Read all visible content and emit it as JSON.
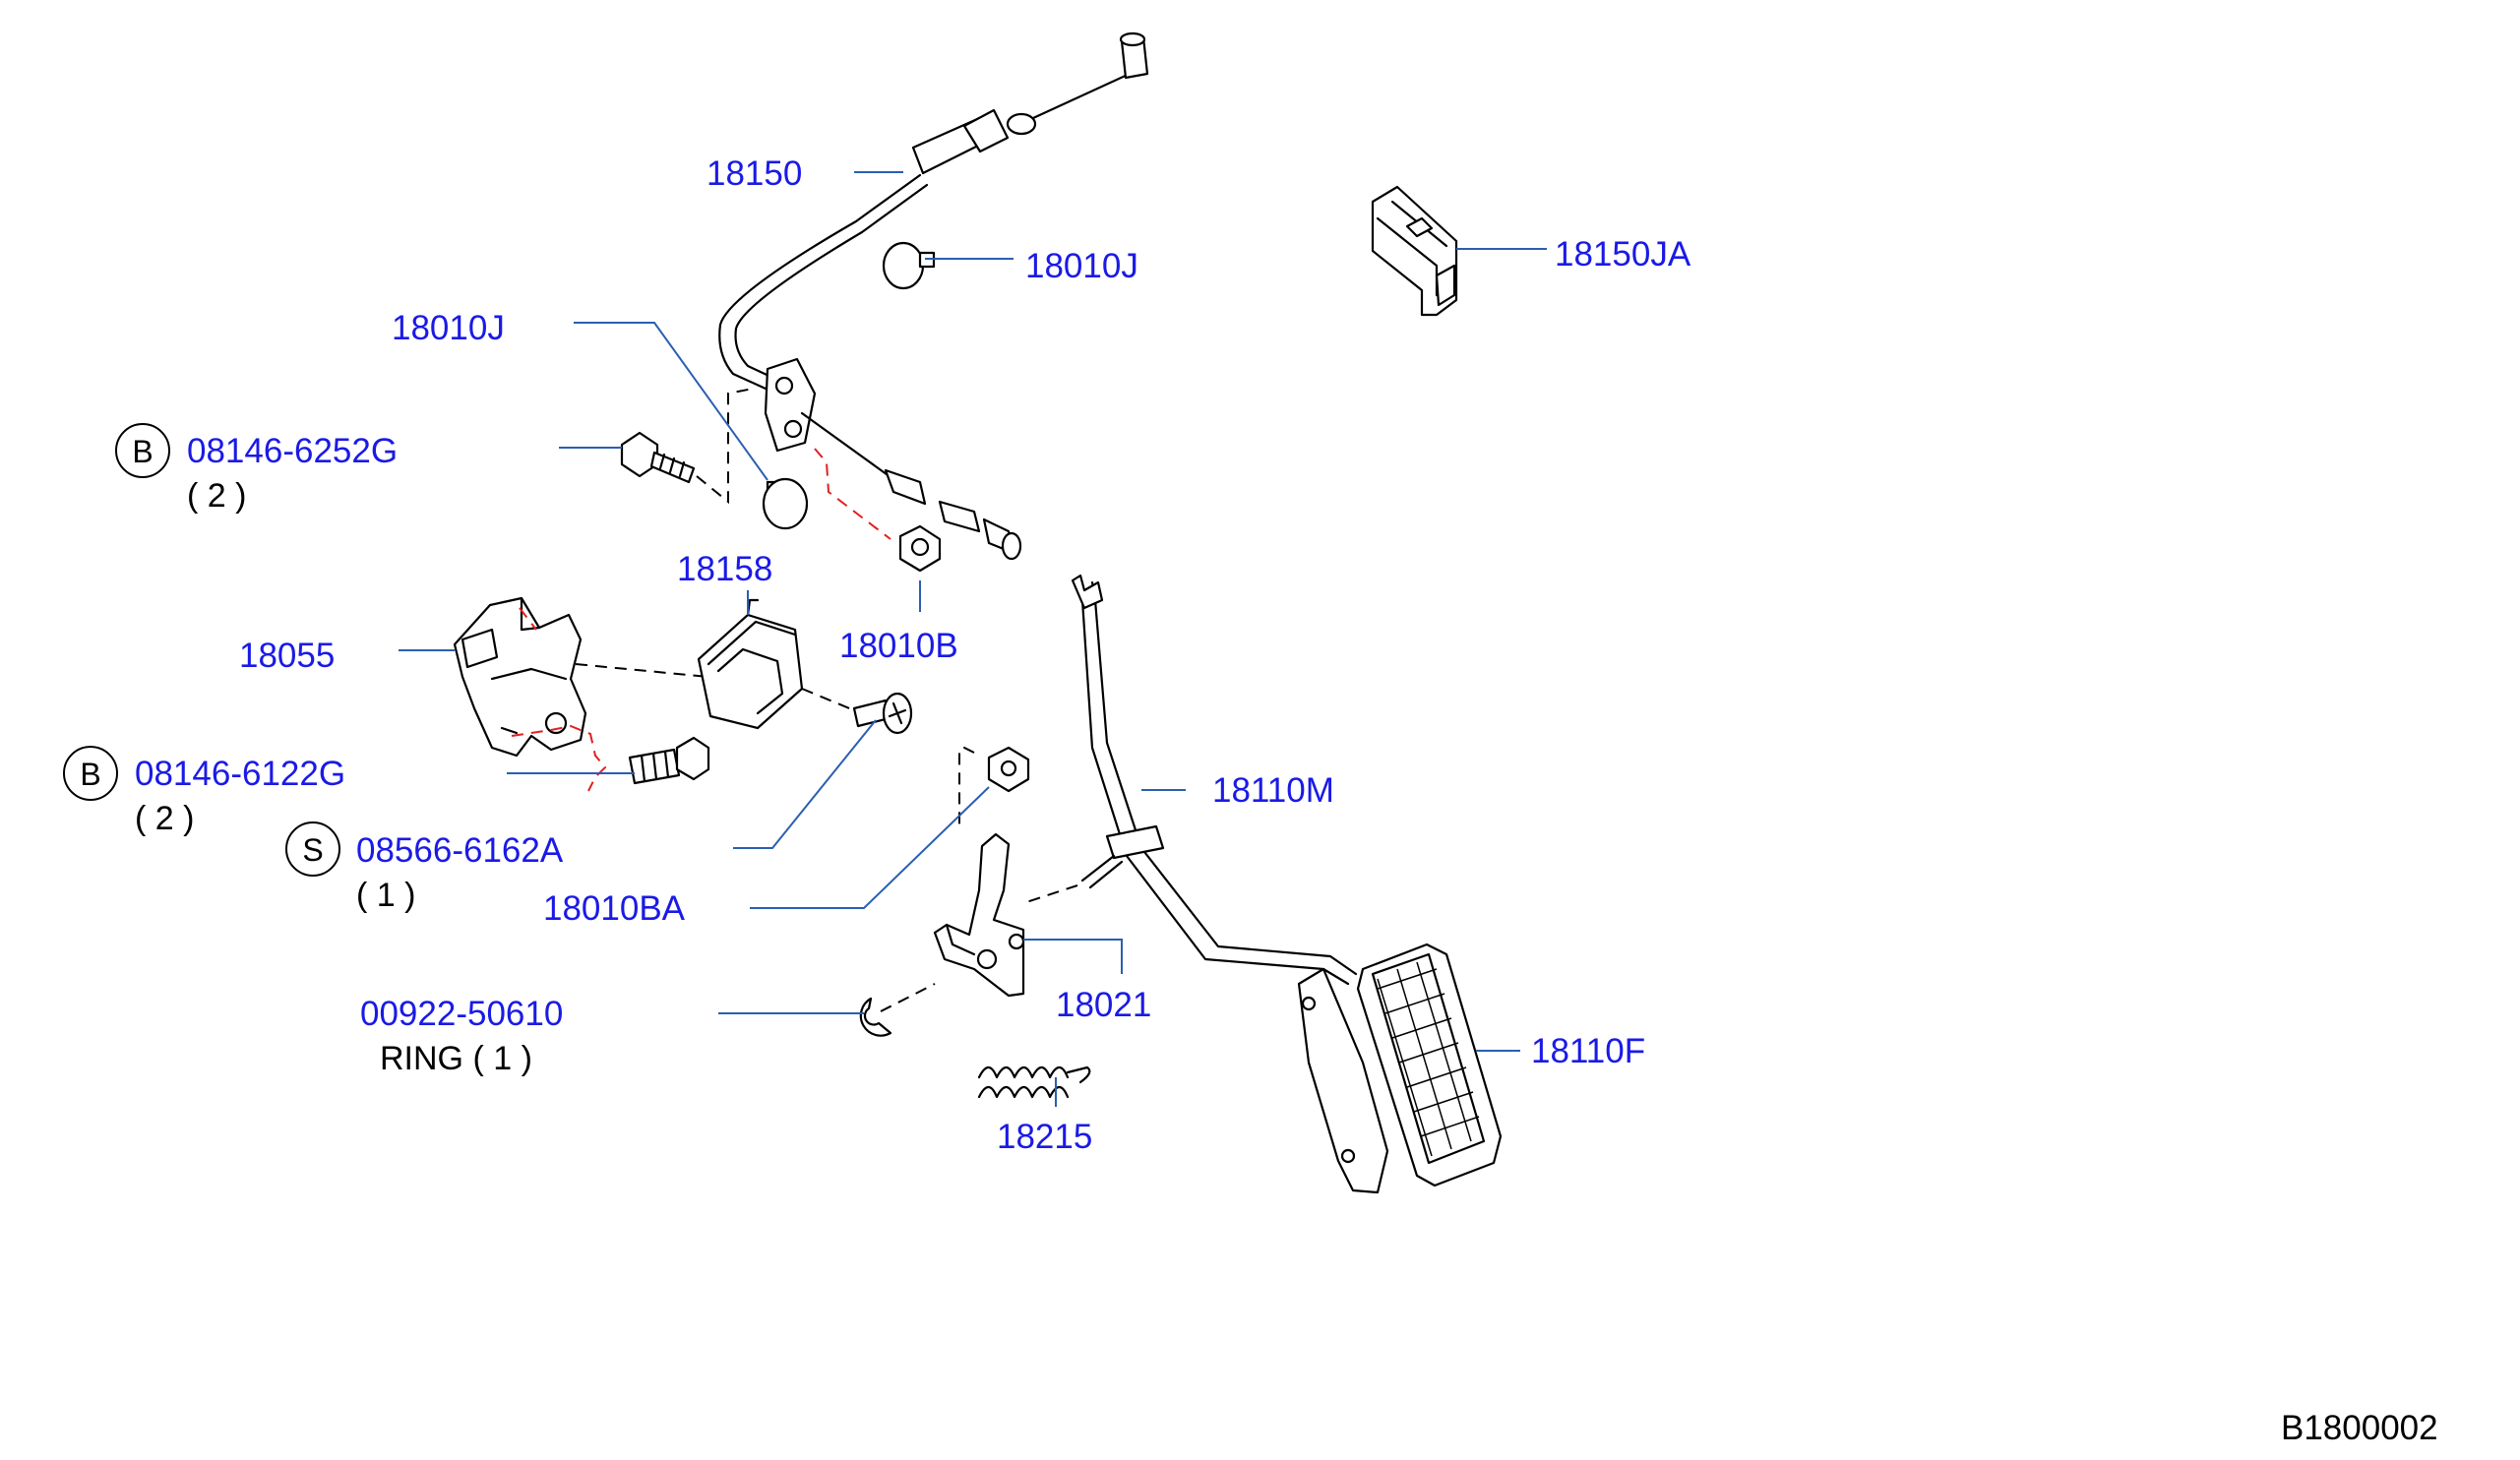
{
  "colors": {
    "label": "#1a1ae6",
    "leader": "#2a5fb0",
    "alignment_red": "#e02020",
    "line": "#000000"
  },
  "labels": {
    "p18150": "18150",
    "p18010J_a": "18010J",
    "p18150JA": "18150JA",
    "p18010J_b": "18010J",
    "p08146_6252G": "08146-6252G",
    "p08146_6252G_qty": "( 2 )",
    "p18158": "18158",
    "p18010B": "18010B",
    "p18055": "18055",
    "p08146_6122G": "08146-6122G",
    "p08146_6122G_qty": "( 2 )",
    "p08566_6162A": "08566-6162A",
    "p08566_6162A_qty": "( 1 )",
    "p18110M": "18110M",
    "p18010BA": "18010BA",
    "p18021": "18021",
    "p00922_50610": "00922-50610",
    "p00922_50610_sub": "RING ( 1 )",
    "p18110F": "18110F",
    "p18215": "18215"
  },
  "badges": {
    "b1": "B",
    "b2": "B",
    "s1": "S"
  },
  "diagram_ref": "B1800002",
  "icons": [
    "accelerator-cable",
    "cable-clip",
    "clip",
    "bolt",
    "nut",
    "bracket",
    "stopper",
    "screw",
    "pedal-lever",
    "pedal-pad",
    "return-spring",
    "e-ring"
  ]
}
